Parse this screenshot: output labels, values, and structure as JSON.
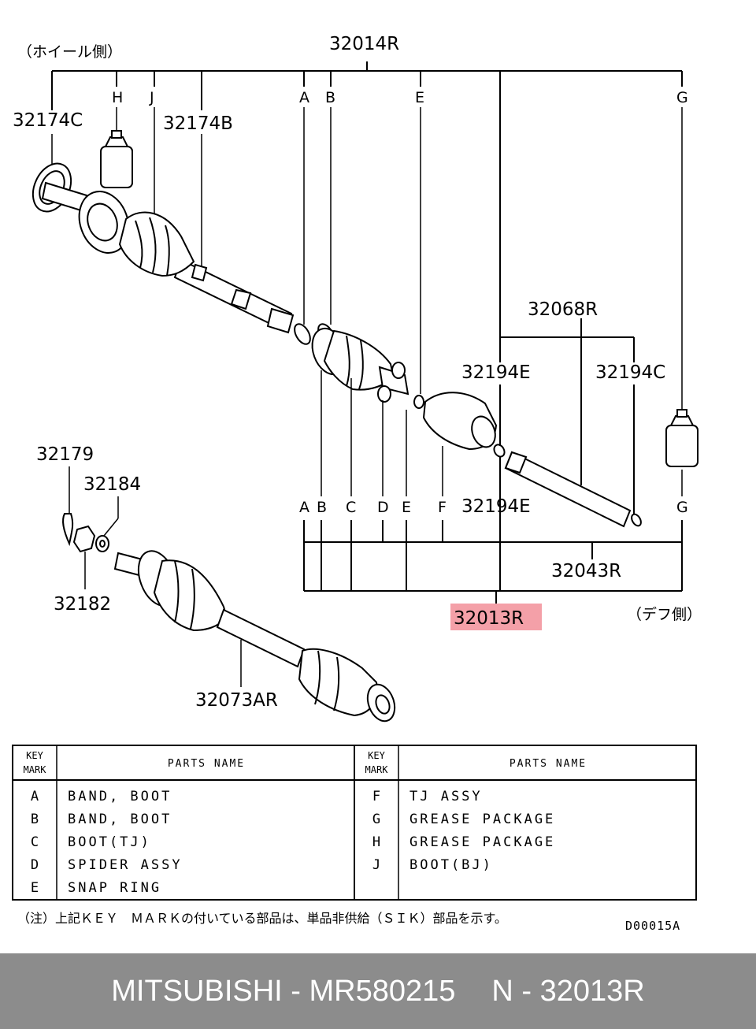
{
  "side_labels": {
    "wheel_side": "（ホイール側）",
    "diff_side": "（デフ側）"
  },
  "part_numbers": {
    "p32014R": "32014R",
    "p32174C": "32174C",
    "p32174B": "32174B",
    "p32068R": "32068R",
    "p32194E_top": "32194E",
    "p32194C": "32194C",
    "p32194E_bottom": "32194E",
    "p32179": "32179",
    "p32184": "32184",
    "p32182": "32182",
    "p32043R": "32043R",
    "p32013R": "32013R",
    "p32073AR": "32073AR"
  },
  "key_marks_top": [
    "H",
    "J",
    "A",
    "B",
    "E",
    "G"
  ],
  "key_marks_bottom": [
    "A",
    "B",
    "C",
    "D",
    "E",
    "F",
    "G"
  ],
  "highlight_color": "#f4a0a8",
  "table": {
    "col_key_header_line1": "KEY",
    "col_key_header_line2": "MARK",
    "col_name_header": "PARTS NAME",
    "left_rows": [
      {
        "key": "A",
        "name": "BAND, BOOT"
      },
      {
        "key": "B",
        "name": "BAND, BOOT"
      },
      {
        "key": "C",
        "name": "BOOT(TJ)"
      },
      {
        "key": "D",
        "name": "SPIDER ASSY"
      },
      {
        "key": "E",
        "name": "SNAP RING"
      }
    ],
    "right_rows": [
      {
        "key": "F",
        "name": "TJ ASSY"
      },
      {
        "key": "G",
        "name": "GREASE PACKAGE"
      },
      {
        "key": "H",
        "name": "GREASE PACKAGE"
      },
      {
        "key": "J",
        "name": "BOOT(BJ)"
      }
    ]
  },
  "note": "（注）上記ＫＥＹ　ＭＡＲＫの付いている部品は、単品非供給（ＳＩＫ）部品を示す。",
  "diagram_code": "D00015A",
  "footer": {
    "brand_part": "MITSUBISHI - MR580215",
    "ref": "N - 32013R"
  }
}
